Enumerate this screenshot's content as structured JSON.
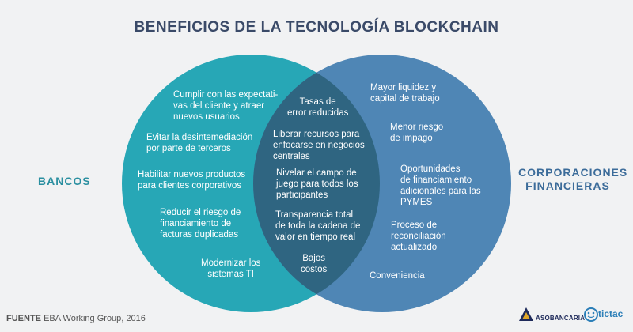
{
  "title": "BENEFICIOS DE LA TECNOLOGÍA BLOCKCHAIN",
  "left_set": {
    "name": "BANCOS",
    "color": "#27a7b6",
    "items": [
      "Cumplir con las expectati-\nvas del cliente y atraer\nnuevos usuarios",
      "Evitar la desintemediación\npor parte de terceros",
      "Habilitar nuevos productos\npara clientes corporativos",
      "Reducir el riesgo de\nfinanciamiento de\nfacturas duplicadas",
      "Modernizar los\nsistemas TI"
    ]
  },
  "right_set": {
    "name": "CORPORACIONES\nFINANCIERAS",
    "color": "#4f86b5",
    "items": [
      "Mayor liquidez y\ncapital de trabajo",
      "Menor riesgo\nde impago",
      "Oportunidades\nde financiamiento\nadicionales para las\nPYMES",
      "Proceso de\nreconciliación\nactualizado",
      "Conveniencia"
    ]
  },
  "intersection": {
    "color": "#2f6581",
    "items": [
      "Tasas de\nerror reducidas",
      "Liberar recursos para\nenfocarse en negocios\ncentrales",
      "Nivelar el campo de\njuego para todos los\nparticipantes",
      "Transparencia total\nde toda la cadena de\nvalor en tiempo real",
      "Bajos\ncostos"
    ]
  },
  "footer": {
    "label": "FUENTE",
    "source": "EBA Working Group, 2016"
  },
  "logos": {
    "asobancaria": "ASOBANCARIA",
    "tictac": "tictac"
  },
  "colors": {
    "title": "#3a4a68",
    "label": "#2a8fa0",
    "label_right": "#3c6c9a",
    "background": "#f1f2f3"
  }
}
